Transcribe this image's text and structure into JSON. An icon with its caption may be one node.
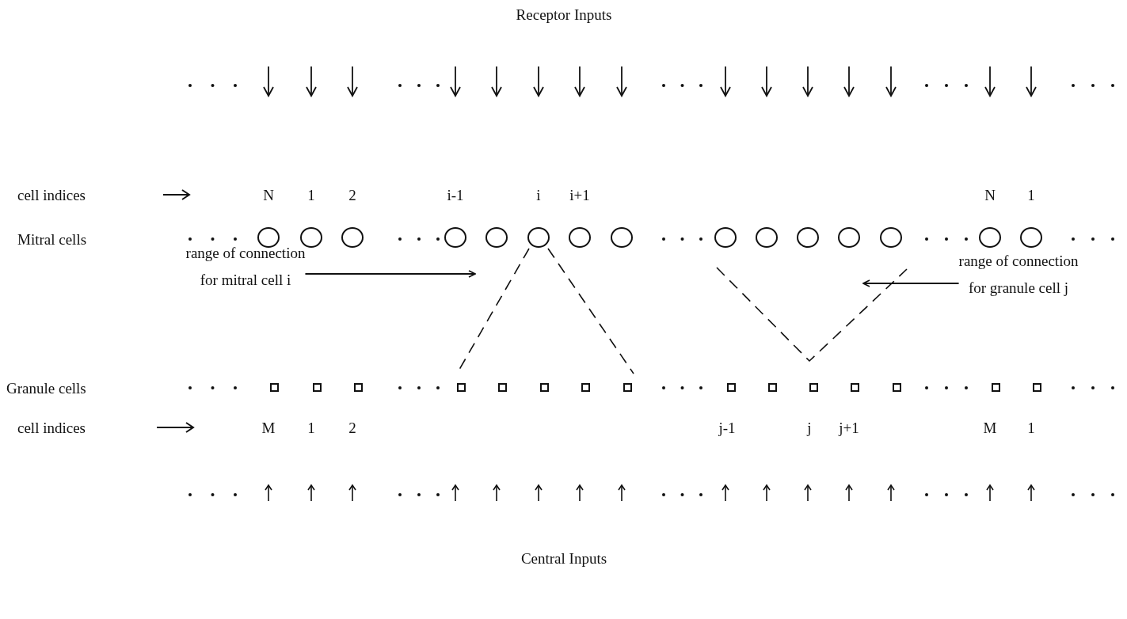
{
  "diagram": {
    "nodes": [
      {
        "text": [
          "range of connection",
          "for mitral cell i"
        ]
      },
      {
        "text": [
          "range of connection",
          "for granule cell j"
        ]
      }
    ],
    "edges": [
      {
        "from": 0,
        "to": null,
        "arrow": "to"
      },
      {
        "from": 1,
        "to": null,
        "arrow": "to"
      }
    ],
    "labels": [
      "Receptor Inputs",
      "cell indices",
      "N",
      "1",
      "2",
      "i-1",
      "i",
      "i+1",
      "N",
      "1",
      "Mitral cells",
      "Granule cells",
      "cell indices",
      "M",
      "1",
      "2",
      "j-1",
      "j",
      "j+1",
      "M",
      "1",
      "Central Inputs"
    ]
  }
}
